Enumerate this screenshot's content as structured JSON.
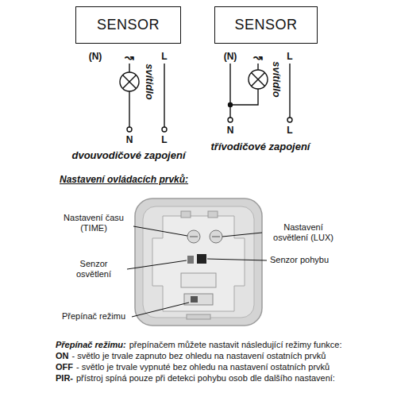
{
  "diagram": {
    "title": "Nastavení ovládacích prvků:",
    "nodes": [
      {
        "text": [
          "SENSOR"
        ]
      },
      {
        "text": [
          "SENSOR"
        ]
      }
    ],
    "labels": [
      "(N)",
      "↝",
      "L",
      "svítidlo",
      "N",
      "L",
      "dvouvodičové zapojení",
      "(N)",
      "↝",
      "L",
      "svítidlo",
      "N",
      "L",
      "třívodičové zapojení",
      "Nastavení času (TIME)",
      "Nastavení osvětlení (LUX)",
      "Senzor osvětlení",
      "Senzor pohybu",
      "Přepínač režimu",
      "Přepínač režimu:",
      "přepínačem můžete nastavit následující režimy funkce:",
      "ON",
      "- světlo je trvale zapnuto bez ohledu na nastavení ostatních prvků",
      "OFF",
      "- světlo je trvale vypnuté bez ohledu na nastavení ostatních prvků",
      "PIR-",
      "přístroj spíná pouze při detekci pohybu osob dle dalšího nastavení:"
    ]
  }
}
